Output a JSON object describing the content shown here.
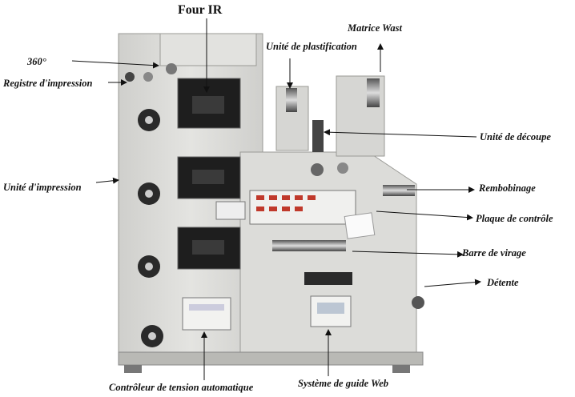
{
  "title": "Four IR",
  "labels": {
    "deg360": "360°",
    "registre": "Registre d'impression",
    "unite_impression": "Unité d'impression",
    "plastification": "Unité de plastification",
    "matrice": "Matrice Wast",
    "decoupe": "Unité de découpe",
    "rembobinage": "Rembobinage",
    "plaque": "Plaque de contrôle",
    "barre": "Barre de virage",
    "detente": "Détente",
    "controleur": "Contrôleur de tension automatique",
    "guide": "Système de guide Web"
  },
  "colors": {
    "machine_body": "#d9d9d6",
    "panel_red": "#c0392b",
    "window_dark": "#1e1e1e",
    "text": "#111111"
  }
}
